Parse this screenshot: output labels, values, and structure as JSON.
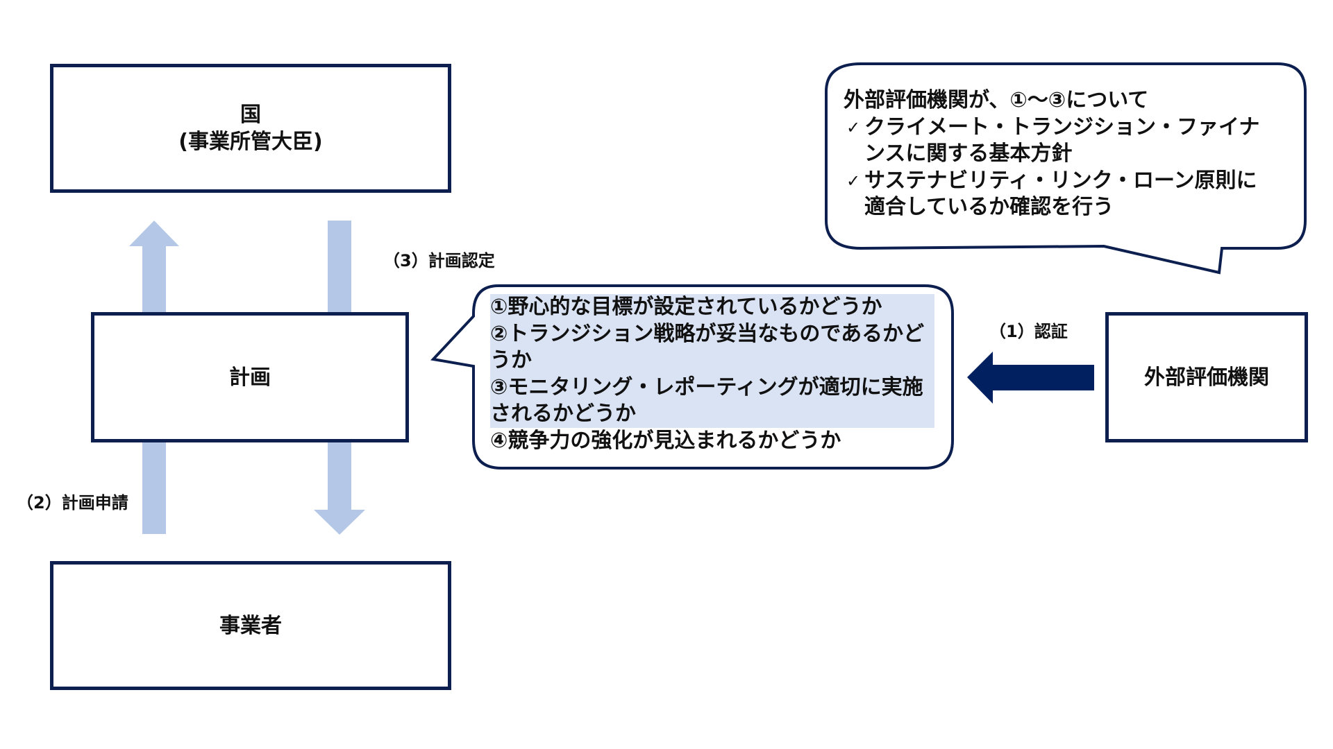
{
  "boxes": {
    "kuni_line1": "国",
    "kuni_line2": "(事業所管大臣)",
    "keikaku": "計画",
    "jigyousha": "事業者",
    "external_org": "外部評価機関"
  },
  "steps": {
    "step1": "（1）認証",
    "step2": "（2）計画申請",
    "step3": "（3）計画認定"
  },
  "criteria": [
    "①野心的な目標が設定されているかどうか",
    "②トランジション戦略が妥当なものであるかどうか",
    "③モニタリング・レポーティングが適切に実施されるかどうか",
    "④競争力の強化が見込まれるかどうか"
  ],
  "external_note": {
    "intro": "外部評価機関が、①～③について",
    "check_mark": "✓",
    "items": [
      "クライメート・トランジション・ファイナンスに関する基本方針",
      "サステナビリティ・リンク・ローン原則に適合しているか確認を行う"
    ]
  },
  "colors": {
    "box_border": "#0c1f4f",
    "light_arrow": "#b4c7e7",
    "dark_arrow": "#002060",
    "highlight": "#dae3f3"
  }
}
